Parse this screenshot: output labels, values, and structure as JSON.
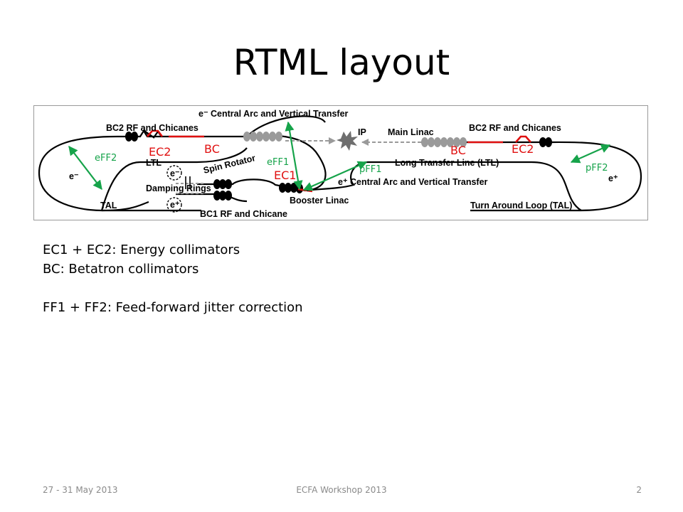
{
  "slide": {
    "title": "RTML layout",
    "diagram": {
      "labels": {
        "e_central_arc_top": "e⁻ Central Arc and Vertical Transfer",
        "bc2_left": "BC2 RF and Chicanes",
        "bc2_right": "BC2 RF and Chicanes",
        "ltl_left": "LTL",
        "spin_rotator": "Spin Rotator",
        "damping_rings": "Damping Rings",
        "e_minus_left": "e⁻",
        "e_minus_ring": "e⁻",
        "e_plus_ring": "e⁺",
        "tal_left": "TAL",
        "bc1": "BC1 RF and Chicane",
        "booster_linac": "Booster Linac",
        "ip": "IP",
        "main_linac": "Main Linac",
        "ltl_right": "Long Transfer Line (LTL)",
        "e_plus_central_arc": "e⁺ Central Arc and Vertical Transfer",
        "e_plus_right": "e⁺",
        "tal_right": "Turn Around Loop (TAL)"
      },
      "collimators": {
        "ec2_left": "EC2",
        "bc_left": "BC",
        "ec1": "EC1",
        "bc_right": "BC",
        "ec2_right": "EC2"
      },
      "feedforward": {
        "eff2": "eFF2",
        "eff1": "eFF1",
        "pff1": "pFF1",
        "pff2": "pFF2"
      },
      "colors": {
        "beamline": "#000000",
        "collimator": "#e01010",
        "feedforward": "#16a34a",
        "linac_cavity": "#9a9a9a"
      }
    },
    "notes": {
      "line1": "EC1 + EC2: Energy collimators",
      "line2": "BC: Betatron collimators",
      "line3": "FF1 + FF2: Feed-forward jitter correction"
    },
    "footer": {
      "date": "27 - 31 May 2013",
      "event": "ECFA Workshop 2013",
      "page": "2"
    }
  }
}
